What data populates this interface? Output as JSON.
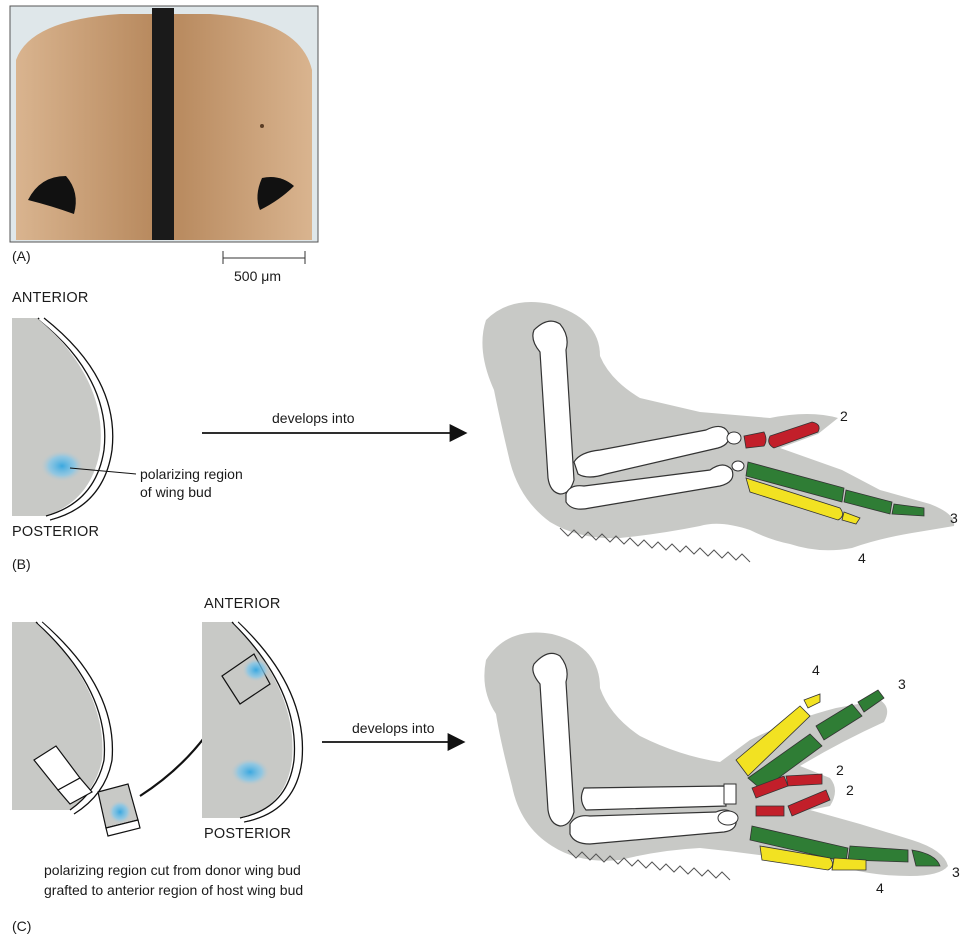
{
  "panel_a": {
    "label": "(A)",
    "scale_bar": "500 μm"
  },
  "panel_b": {
    "label": "(B)",
    "anterior": "ANTERIOR",
    "posterior": "POSTERIOR",
    "region_label_1": "polarizing region",
    "region_label_2": "of wing bud",
    "arrow_label": "develops into",
    "digits": [
      "2",
      "3",
      "4"
    ]
  },
  "panel_c": {
    "label": "(C)",
    "anterior": "ANTERIOR",
    "posterior": "POSTERIOR",
    "caption_1": "polarizing region cut from donor wing bud",
    "caption_2": "grafted to anterior region of host wing bud",
    "arrow_label": "develops into",
    "digits_upper": [
      "4",
      "3"
    ],
    "digits_middle": [
      "2",
      "2"
    ],
    "digits_lower": [
      "3",
      "4"
    ]
  },
  "colors": {
    "tissue": "#c8c9c6",
    "digit_2": "#c21f2a",
    "digit_3": "#2f7d35",
    "digit_4": "#f2e222",
    "polarizing": "#3aa8e0",
    "embryo": "#c4966c"
  }
}
